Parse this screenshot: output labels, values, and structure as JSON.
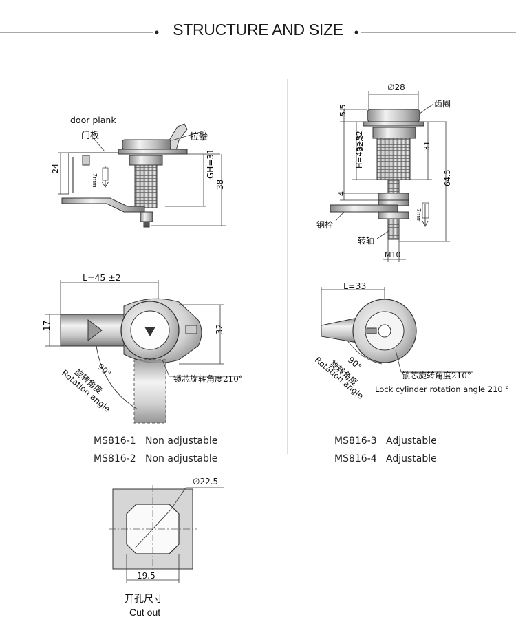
{
  "header": {
    "title": "STRUCTURE AND SIZE"
  },
  "top_left": {
    "label_door_plank": "door plank",
    "label_door_plank_cn": "门板",
    "label_handle_cn": "拉攀",
    "dim_24": "24",
    "dim_7mm": "7mm",
    "dim_gh": "GH=31",
    "dim_38": "38"
  },
  "top_right": {
    "dim_d28": "∅28",
    "label_ring_cn": "齿圈",
    "dim_5_5": "5.5",
    "dim_32_5": "32.5",
    "dim_31": "31",
    "dim_h": "H=40~52",
    "dim_64_5": "64.5",
    "dim_4": "4",
    "label_bolt_cn": "钢栓",
    "label_shaft_cn": "转轴",
    "dim_7mm": "7mm",
    "dim_m10": "M10"
  },
  "mid_left": {
    "dim_l": "L=45 ±2",
    "dim_17": "17",
    "dim_32": "32",
    "angle_90": "90°",
    "rot_cn": "旋转角度",
    "rot_en": "Rotation angle",
    "cyl_cn": "锁芯旋转角度210°"
  },
  "mid_right": {
    "dim_l": "L=33",
    "angle_90": "90°",
    "rot_cn": "旋转角度",
    "rot_en": "Rotation angle",
    "cyl_cn": "锁芯旋转角度210°",
    "cyl_en": "Lock cylinder rotation angle 210 °"
  },
  "models": {
    "left": [
      {
        "code": "MS816-1",
        "type": "Non adjustable"
      },
      {
        "code": "MS816-2",
        "type": "Non adjustable"
      }
    ],
    "right": [
      {
        "code": "MS816-3",
        "type": "Adjustable"
      },
      {
        "code": "MS816-4",
        "type": "Adjustable"
      }
    ]
  },
  "cutout": {
    "dim_d": "∅22.5",
    "dim_w": "19.5",
    "label_cn": "开孔尺寸",
    "label_en": "Cut out"
  },
  "colors": {
    "metal_light": "#e8e8e8",
    "metal_dark": "#9a9a9a",
    "line": "#333333"
  }
}
